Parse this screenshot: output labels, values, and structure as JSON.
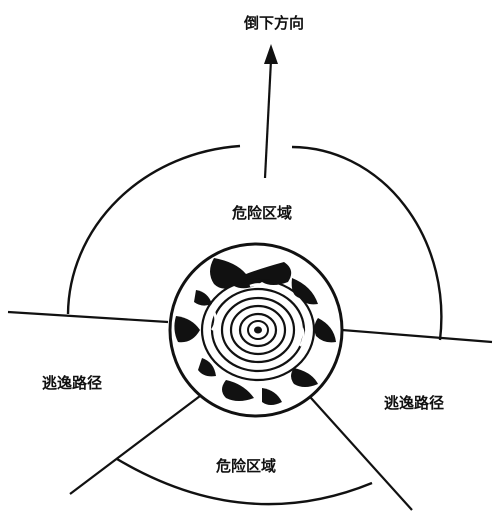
{
  "labels": {
    "fall_direction": "倒下方向",
    "danger_zone_top": "危险区域",
    "danger_zone_bottom": "危险区域",
    "escape_route_left": "逃逸路径",
    "escape_route_right": "逃逸路径"
  },
  "colors": {
    "stroke": "#111111",
    "background": "#ffffff"
  },
  "icons": {
    "fall_arrow": "arrow-up-icon",
    "stump": "tree-stump-rings-icon"
  }
}
